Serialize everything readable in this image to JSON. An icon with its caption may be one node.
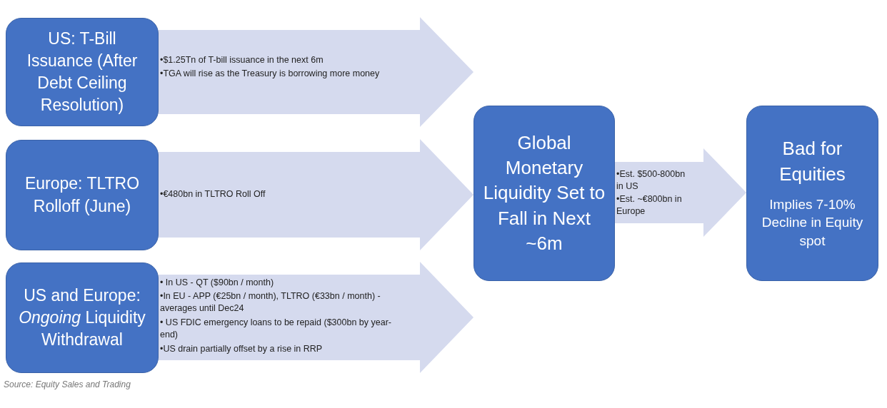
{
  "diagram": {
    "nodes": [
      {
        "text": [
          "US: T-Bill Issuance (After Debt Ceiling Resolution)"
        ]
      },
      {
        "text": [
          "Europe:  TLTRO Rolloff (June)"
        ]
      },
      {
        "text": [
          "US and Europe: *Ongoing* Liquidity Withdrawal"
        ]
      },
      {
        "text": [
          "Global Monetary Liquidity Set to Fall in Next ~6m"
        ]
      },
      {
        "text": [
          "Bad for Equities",
          "Implies 7-10% Decline in Equity spot"
        ]
      }
    ],
    "edges": [
      {
        "from": 0,
        "to": 3,
        "arrow": "to"
      },
      {
        "from": 1,
        "to": 3,
        "arrow": "to"
      },
      {
        "from": 2,
        "to": 3,
        "arrow": "to"
      },
      {
        "from": 3,
        "to": 4,
        "arrow": "to"
      }
    ],
    "labels": [
      "•$1.25Tn of T-bill issuance in the next 6m",
      "•TGA will rise as the Treasury is borrowing more money",
      "•€480bn in TLTRO Roll Off",
      "• In US - QT ($90bn / month)",
      "•In EU - APP (€25bn / month), TLTRO (€33bn / month) - averages until Dec24",
      "• US FDIC emergency loans to be repaid ($300bn by year-end)",
      "•US drain partially offset by a rise in RRP",
      "•Est. $500-800bn in US",
      "•Est. ~€800bn in Europe"
    ],
    "caption": "Source: Equity Sales and Trading"
  }
}
